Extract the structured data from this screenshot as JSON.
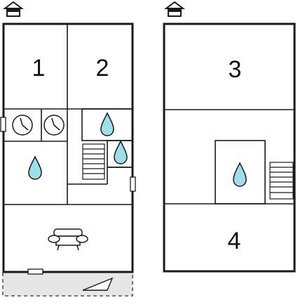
{
  "floors": [
    {
      "name": "ground-floor",
      "rooms": [
        {
          "label": "1"
        },
        {
          "label": "2"
        }
      ]
    },
    {
      "name": "upper-floor",
      "rooms": [
        {
          "label": "3"
        },
        {
          "label": "4"
        }
      ]
    }
  ],
  "icons": [
    "house-icon",
    "clock-icon",
    "water-drop-icon",
    "staircase-icon",
    "sofa-icon",
    "window-icon",
    "door-icon"
  ],
  "colors": {
    "water": "#9fdfe9",
    "wall": "#1a1a1a",
    "terrace": "#e6e6e6"
  }
}
